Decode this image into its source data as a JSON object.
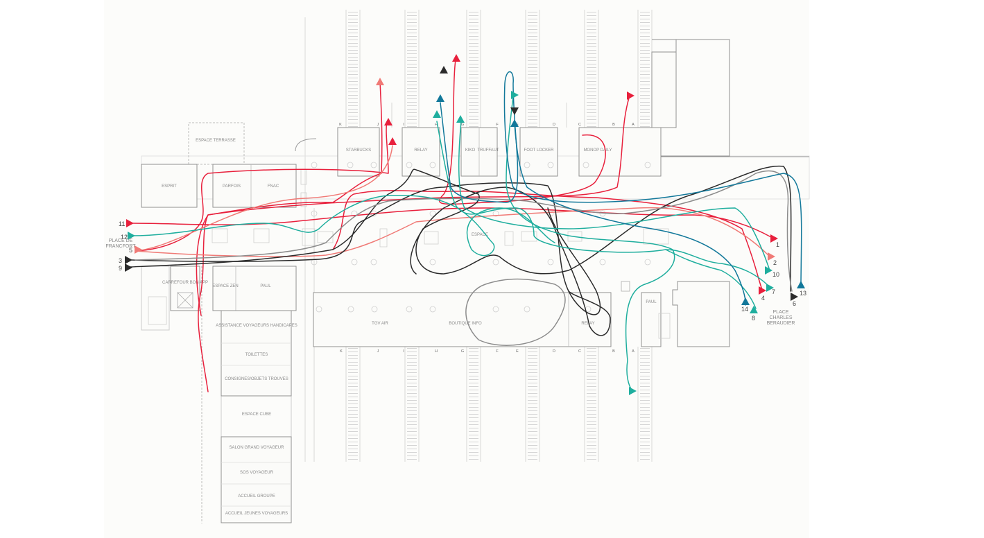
{
  "map": {
    "colors": {
      "red": "#e8203c",
      "salmon": "#f07a76",
      "black": "#2b2b2b",
      "grey": "#8c8c8c",
      "teal": "#1fae9e",
      "blue": "#12789a",
      "background": "#fcfcfa"
    },
    "shops": {
      "starbucks": "STARBUCKS",
      "relay_top": "RELAY",
      "kiosk": "KIKO",
      "truffaut": "TRUFFAUT",
      "footlocker": "FOOT LOCKER",
      "monop": "MONOP DAILY",
      "esprit": "ESPRIT",
      "parfois": "PARFOIS",
      "fnac": "FNAC",
      "carrefour": "CARREFOUR BON APP",
      "espace_zen": "ESPACE ZEN",
      "paul_left": "PAUL",
      "tgvair": "TGV AIR",
      "boutique_info": "BOUTIQUE INFO",
      "relay_bottom": "RELAY",
      "paul_right": "PAUL",
      "espace_terrasse": "ESPACE TERRASSE",
      "espace_center": "ESPACE"
    },
    "services": [
      "ASSISTANCE VOYAGEURS HANDICAPES",
      "TOILETTES",
      "CONSIGNES/OBJETS TROUVES",
      "ESPACE CUBE",
      "SALON GRAND VOYAGEUR",
      "SOS VOYAGEUR",
      "ACCUEIL GROUPE",
      "ACCUEIL JEUNES VOYAGEURS"
    ],
    "platforms": [
      "K",
      "J",
      "I",
      "H",
      "G",
      "F",
      "E",
      "D",
      "C",
      "B",
      "A"
    ],
    "places": {
      "west": "PLACE DE FRANCFORT",
      "east": "PLACE CHARLES BERAUDIER"
    },
    "endpoints": [
      {
        "id": "1",
        "color": "red"
      },
      {
        "id": "2",
        "color": "salmon"
      },
      {
        "id": "3",
        "color": "black"
      },
      {
        "id": "4",
        "color": "red"
      },
      {
        "id": "5",
        "color": "salmon"
      },
      {
        "id": "6",
        "color": "black"
      },
      {
        "id": "7",
        "color": "teal"
      },
      {
        "id": "8",
        "color": "teal"
      },
      {
        "id": "9",
        "color": "black"
      },
      {
        "id": "10",
        "color": "teal"
      },
      {
        "id": "11",
        "color": "red"
      },
      {
        "id": "12",
        "color": "teal"
      },
      {
        "id": "13",
        "color": "blue"
      },
      {
        "id": "14",
        "color": "blue"
      }
    ]
  }
}
